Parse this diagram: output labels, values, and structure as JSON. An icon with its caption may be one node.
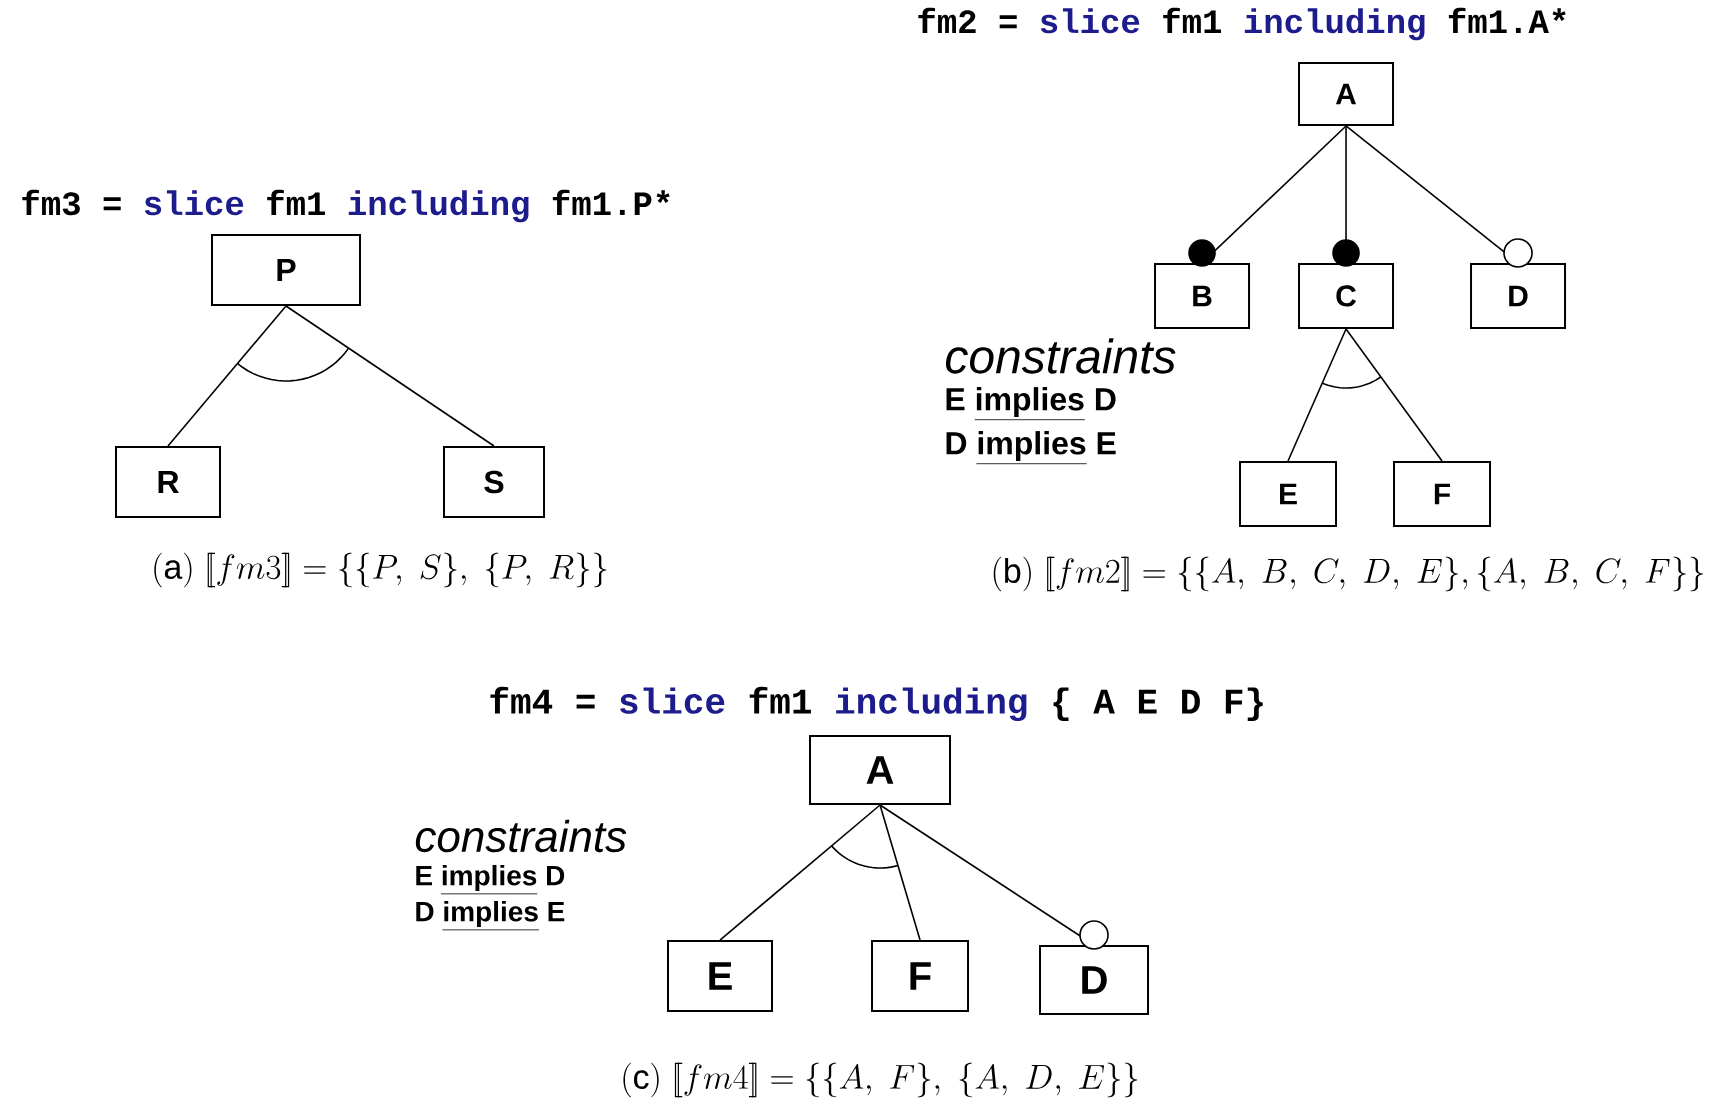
{
  "diagram": {
    "nodes": [
      {
        "text": [
          "P"
        ]
      },
      {
        "text": [
          "R"
        ]
      },
      {
        "text": [
          "S"
        ]
      },
      {
        "text": [
          "A"
        ]
      },
      {
        "text": [
          "B"
        ]
      },
      {
        "text": [
          "C"
        ]
      },
      {
        "text": [
          "D"
        ]
      },
      {
        "text": [
          "E"
        ]
      },
      {
        "text": [
          "F"
        ]
      },
      {
        "text": [
          "A"
        ]
      },
      {
        "text": [
          "E"
        ]
      },
      {
        "text": [
          "F"
        ]
      },
      {
        "text": [
          "D"
        ]
      }
    ],
    "edges": [
      {
        "from": 0,
        "to": 1,
        "arrow": "none"
      },
      {
        "from": 0,
        "to": 2,
        "arrow": "none"
      },
      {
        "from": 3,
        "to": 4,
        "arrow": "other"
      },
      {
        "from": 3,
        "to": 5,
        "arrow": "other"
      },
      {
        "from": 3,
        "to": 6,
        "arrow": "other"
      },
      {
        "from": 5,
        "to": 7,
        "arrow": "none"
      },
      {
        "from": 5,
        "to": 8,
        "arrow": "none"
      },
      {
        "from": 9,
        "to": 10,
        "arrow": "none"
      },
      {
        "from": 9,
        "to": 11,
        "arrow": "none"
      },
      {
        "from": 9,
        "to": 12,
        "arrow": "other"
      }
    ],
    "labels": [
      "fm2 =",
      "slice",
      "fm1",
      "including",
      "fm1.A*",
      "fm3 =",
      "slice",
      "fm1",
      "including",
      "fm1.P*",
      "constraints",
      "E",
      "implies",
      "D",
      "D",
      "implies",
      "E",
      "\\mathrm{(a)}\\ [\\![ fm3 ]\\!] = \\{\\{P,\\ S\\},\\ \\{P,\\ R\\}\\}",
      "\\mathrm{(b)}\\ [\\![ fm2 ]\\!] = \\{\\{A,\\ B,\\ C,\\ D,\\ E\\},\\{A,\\ B,\\ C,\\ F\\}\\}",
      "fm4 =",
      "slice",
      "fm1",
      "including",
      "{ A E D F}",
      "constraints",
      "E",
      "implies",
      "D",
      "D",
      "implies",
      "E",
      "\\mathrm{(c)}\\ [\\![ fm4 ]\\!] =\\{\\{A,\\ F\\},\\ \\{A,\\ D,\\ E\\}\\}"
    ]
  }
}
